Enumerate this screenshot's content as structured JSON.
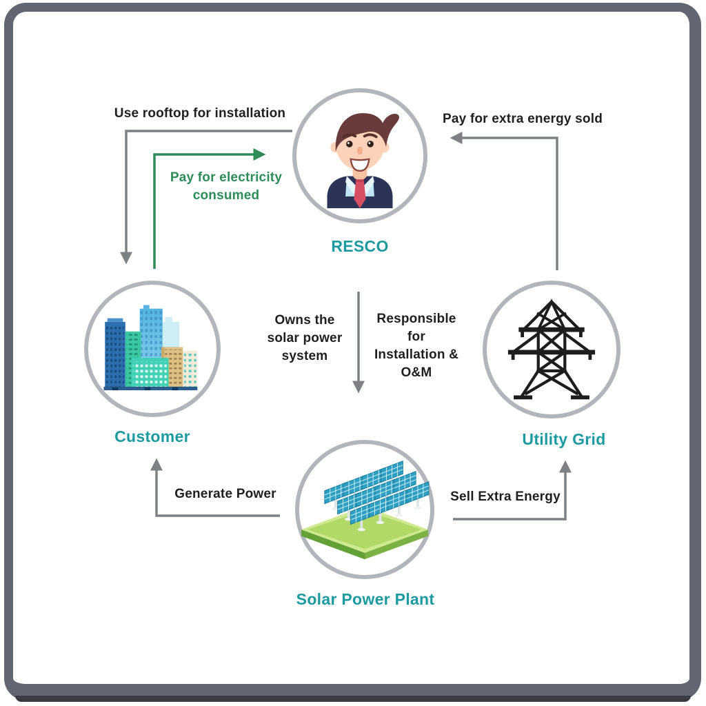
{
  "diagram": {
    "title_implicit": "RESCO model flow diagram",
    "nodes": {
      "resco": {
        "label": "RESCO",
        "icon": "businessman-avatar-icon"
      },
      "customer": {
        "label": "Customer",
        "icon": "city-buildings-icon"
      },
      "utility": {
        "label": "Utility Grid",
        "icon": "transmission-tower-icon"
      },
      "solar": {
        "label": "Solar Power Plant",
        "icon": "solar-panels-icon"
      }
    },
    "edges": {
      "use_rooftop": {
        "label": "Use rooftop for installation",
        "from": "RESCO",
        "to": "Customer"
      },
      "pay_electricity": {
        "lines": [
          "Pay for electricity",
          "consumed"
        ],
        "from": "Customer",
        "to": "RESCO"
      },
      "pay_extra": {
        "label": "Pay for extra energy sold",
        "from": "Utility Grid",
        "to": "RESCO"
      },
      "owns": {
        "lines": [
          "Owns the",
          "solar power",
          "system"
        ]
      },
      "responsible": {
        "lines": [
          "Responsible",
          "for",
          "Installation &",
          "O&M"
        ]
      },
      "generate": {
        "label": "Generate Power",
        "from": "Solar Power Plant",
        "to": "Customer"
      },
      "sell": {
        "label": "Sell Extra Energy",
        "from": "Solar Power Plant",
        "to": "Utility Grid"
      }
    },
    "colors": {
      "node_label_teal": "#1d9aa0",
      "green_flow": "#2e8c5a",
      "arrow_gray": "#7e8184",
      "circle_border": "#b2b6bc",
      "text_black": "#1f1f1f",
      "frame_gray": "#626572"
    }
  }
}
